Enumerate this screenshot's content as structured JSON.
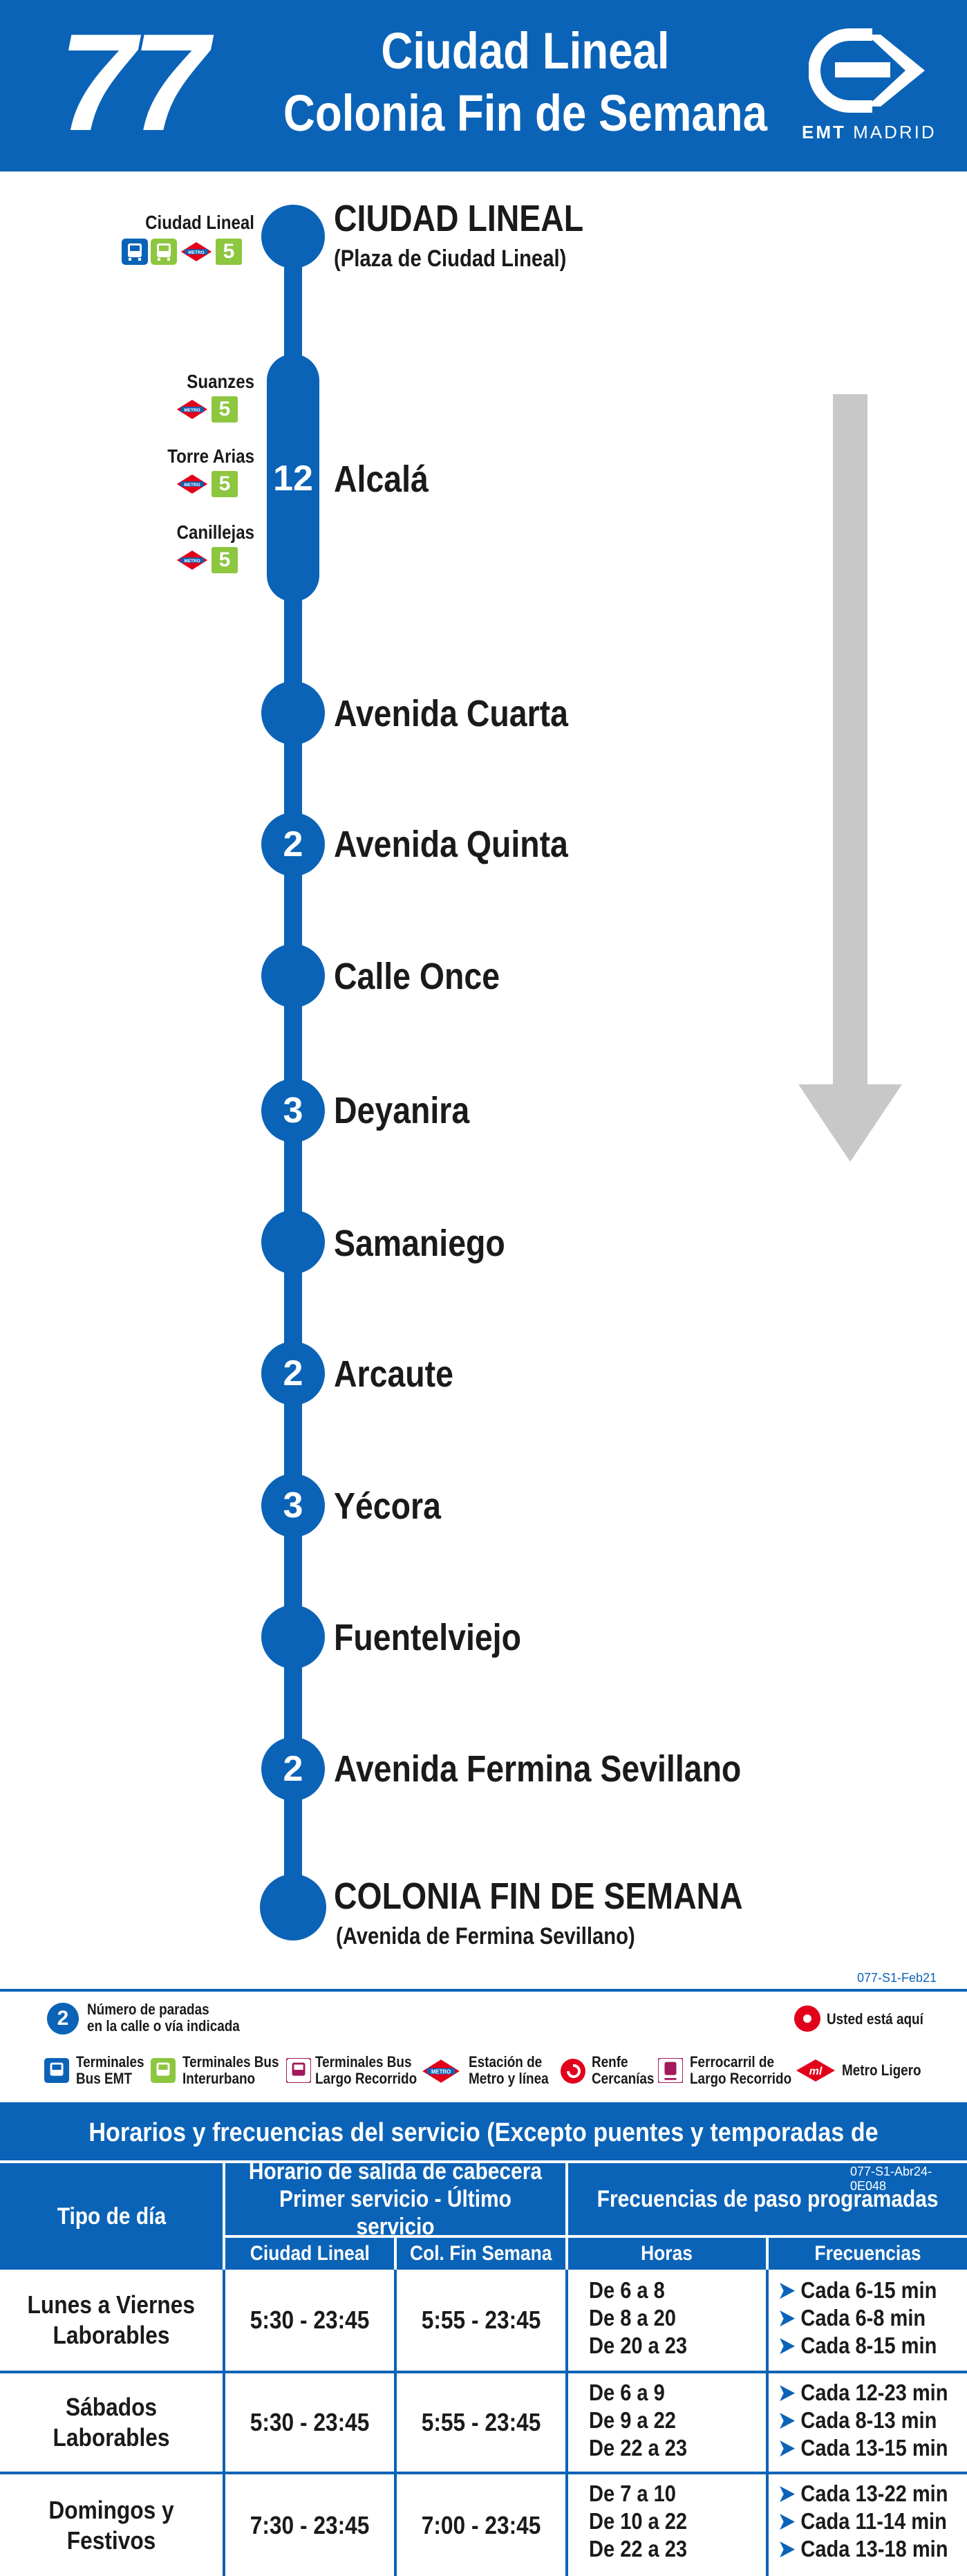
{
  "header": {
    "line_number": "77",
    "route_from": "Ciudad Lineal",
    "route_to": "Colonia Fin de Semana",
    "logo_brand": "EMT",
    "logo_city": "MADRID"
  },
  "stops": [
    {
      "name": "CIUDAD LINEAL",
      "subtitle": "(Plaza de Ciudad Lineal)",
      "marker": ""
    },
    {
      "name": "Alcalá",
      "subtitle": "",
      "marker": "12"
    },
    {
      "name": "Avenida Cuarta",
      "subtitle": "",
      "marker": ""
    },
    {
      "name": "Avenida Quinta",
      "subtitle": "",
      "marker": "2"
    },
    {
      "name": "Calle Once",
      "subtitle": "",
      "marker": ""
    },
    {
      "name": "Deyanira",
      "subtitle": "",
      "marker": "3"
    },
    {
      "name": "Samaniego",
      "subtitle": "",
      "marker": ""
    },
    {
      "name": "Arcaute",
      "subtitle": "",
      "marker": "2"
    },
    {
      "name": "Yécora",
      "subtitle": "",
      "marker": "3"
    },
    {
      "name": "Fuentelviejo",
      "subtitle": "",
      "marker": ""
    },
    {
      "name": "Avenida Fermina Sevillano",
      "subtitle": "",
      "marker": "2"
    },
    {
      "name": "COLONIA FIN DE SEMANA",
      "subtitle": "(Avenida de Fermina Sevillano)",
      "marker": ""
    }
  ],
  "connections": {
    "ciudad_lineal": {
      "name": "Ciudad Lineal",
      "metro_line": "5"
    },
    "suanzes": {
      "name": "Suanzes",
      "metro_line": "5"
    },
    "torre_arias": {
      "name": "Torre Arias",
      "metro_line": "5"
    },
    "canillejas": {
      "name": "Canillejas",
      "metro_line": "5"
    }
  },
  "codes": {
    "map_code": "077-S1-Feb21",
    "table_code": "077-S1-Abr24-0E048"
  },
  "legend": {
    "stops_count_number": "2",
    "stops_count_line1": "Número de paradas",
    "stops_count_line2": "en la calle o vía indicada",
    "you_are_here": "Usted está aquí",
    "emt_terminals_1": "Terminales",
    "emt_terminals_2": "Bus EMT",
    "interurban_1": "Terminales Bus",
    "interurban_2": "Interurbano",
    "long_bus_1": "Terminales Bus",
    "long_bus_2": "Largo Recorrido",
    "metro_1": "Estación de",
    "metro_2": "Metro y línea",
    "renfe_1": "Renfe",
    "renfe_2": "Cercanías",
    "rail_1": "Ferrocarril de",
    "rail_2": "Largo Recorrido",
    "light_rail": "Metro Ligero"
  },
  "timetable": {
    "title": "Horarios y frecuencias del servicio (Excepto puentes y temporadas de Semana Santa y Verano)",
    "col_day_type": "Tipo de día",
    "col_departure_1": "Horario de salida de cabecera",
    "col_departure_2": "Primer servicio - Último servicio",
    "col_terminal_a": "Ciudad Lineal",
    "col_terminal_b": "Col. Fin Semana",
    "col_frequencies": "Frecuencias de paso programadas",
    "col_hours": "Horas",
    "col_freq": "Frecuencias",
    "rows": [
      {
        "day_1": "Lunes a Viernes",
        "day_2": "Laborables",
        "terminal_a": "5:30 - 23:45",
        "terminal_b": "5:55 - 23:45",
        "hours": [
          "De 6 a 8",
          "De 8 a 20",
          "De 20 a 23"
        ],
        "freqs": [
          "Cada 6-15 min",
          "Cada 6-8 min",
          "Cada 8-15 min"
        ]
      },
      {
        "day_1": "Sábados",
        "day_2": "Laborables",
        "terminal_a": "5:30 - 23:45",
        "terminal_b": "5:55 - 23:45",
        "hours": [
          "De 6 a 9",
          "De 9 a 22",
          "De 22 a 23"
        ],
        "freqs": [
          "Cada 12-23 min",
          "Cada 8-13 min",
          "Cada 13-15 min"
        ]
      },
      {
        "day_1": "Domingos y",
        "day_2": "Festivos",
        "terminal_a": "7:30 - 23:45",
        "terminal_b": "7:00 - 23:45",
        "hours": [
          "De 7 a 10",
          "De 10 a 22",
          "De 22 a 23"
        ],
        "freqs": [
          "Cada 13-22 min",
          "Cada 11-14 min",
          "Cada 13-18 min"
        ]
      }
    ]
  },
  "colors": {
    "emt_blue": "#0b63b7",
    "metro_line5_green": "#8dc63f",
    "metro_red": "#e2001a",
    "arrow_gray": "#c8c8c8"
  }
}
